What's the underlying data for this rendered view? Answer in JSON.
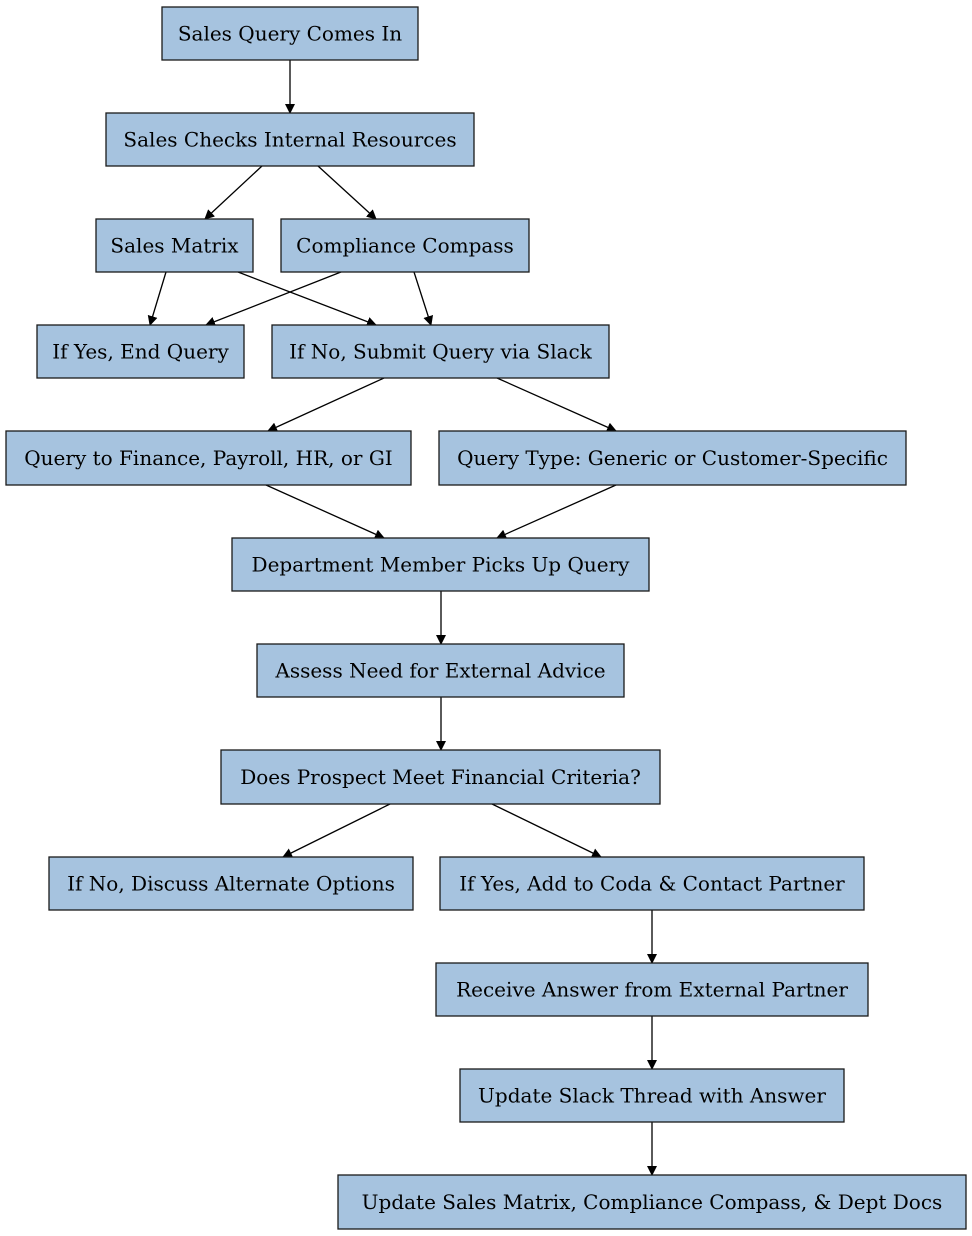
{
  "colors": {
    "node_fill": "#a6c3df",
    "node_stroke": "#1a1a1a",
    "edge": "#000000"
  },
  "nodes": {
    "sales_query": "Sales Query Comes In",
    "check_internal": "Sales Checks Internal Resources",
    "sales_matrix": "Sales Matrix",
    "compliance_compass": "Compliance Compass",
    "yes_end": "If Yes, End Query",
    "no_slack": "If No, Submit Query via Slack",
    "query_dept": "Query to Finance, Payroll, HR, or GI",
    "query_type": "Query Type: Generic or Customer-Specific",
    "dept_member": "Department Member Picks Up Query",
    "assess_external": "Assess Need for External Advice",
    "financial_criteria": "Does Prospect Meet Financial Criteria?",
    "no_alternate": "If No, Discuss Alternate Options",
    "yes_coda": "If Yes, Add to Coda & Contact Partner",
    "receive_answer": "Receive Answer from External Partner",
    "update_slack": "Update Slack Thread with Answer",
    "update_docs": "Update Sales Matrix, Compliance Compass, & Dept Docs"
  }
}
